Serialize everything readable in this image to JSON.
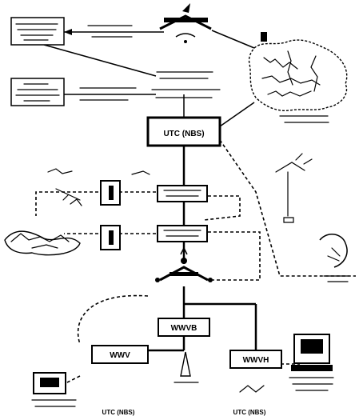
{
  "diagram": {
    "center_node": {
      "label": "UTC (NBS)"
    },
    "stations": [
      {
        "id": "wwvb",
        "label": "WWVB"
      },
      {
        "id": "wwv",
        "label": "WWV"
      },
      {
        "id": "wwvh",
        "label": "WWVH"
      }
    ],
    "bottom_captions": [
      {
        "id": "utc-nbs-center",
        "label": "UTC (NBS)"
      },
      {
        "id": "utc-nbs-right",
        "label": "UTC (NBS)"
      }
    ]
  }
}
